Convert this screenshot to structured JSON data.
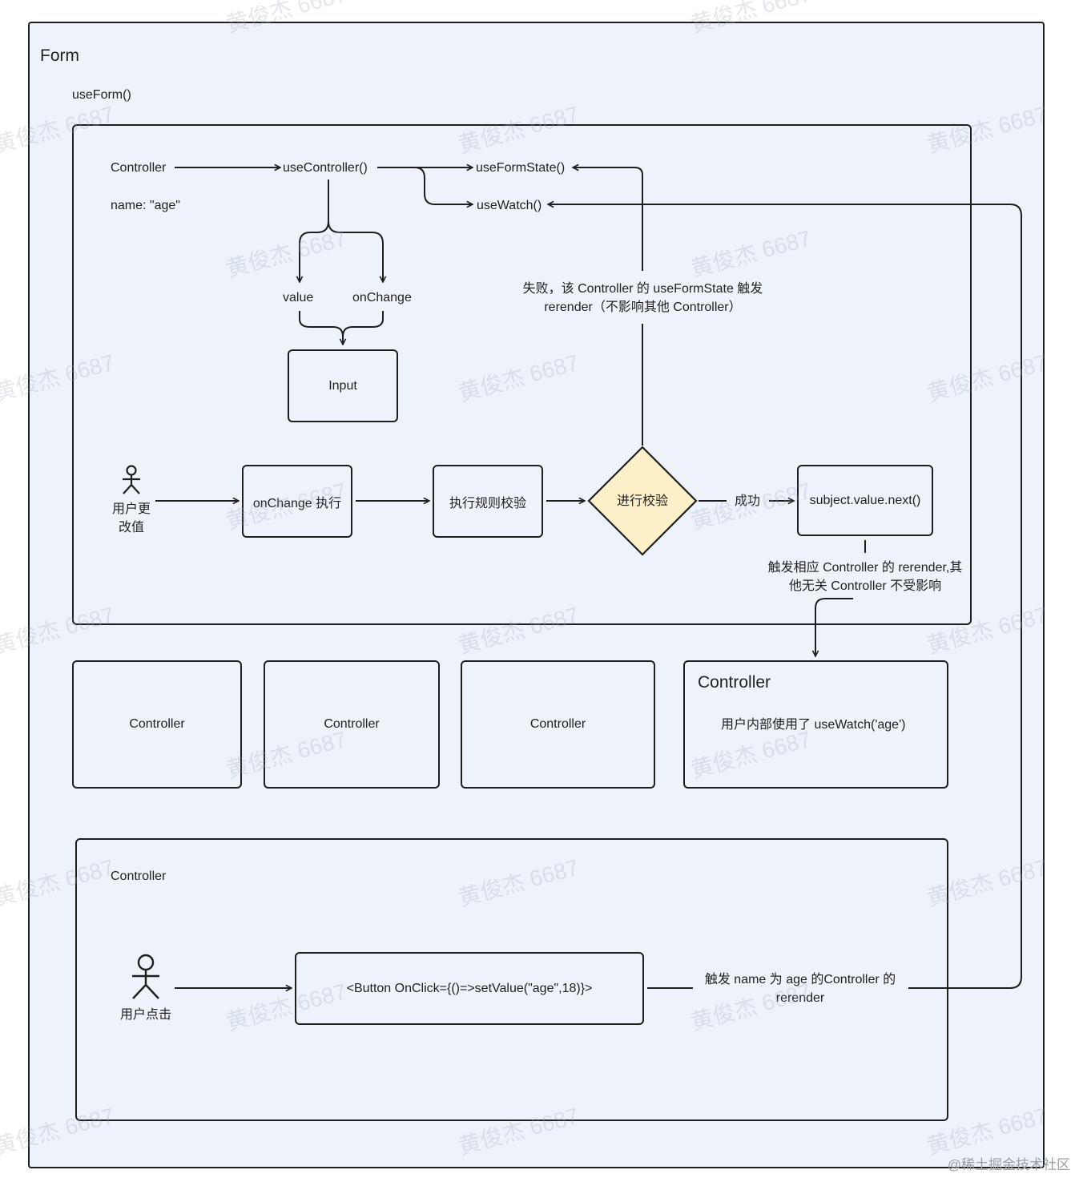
{
  "form": {
    "title": "Form",
    "hook": "useForm()"
  },
  "top": {
    "controller": "Controller",
    "name_prop": "name: \"age\"",
    "use_controller": "useController()",
    "use_form_state": "useFormState()",
    "use_watch": "useWatch()",
    "value": "value",
    "on_change": "onChange",
    "input": "Input",
    "fail_note": "失败，该 Controller 的 useFormState 触发 rerender（不影响其他 Controller）",
    "user_actor": "用户更改值",
    "on_change_exec": "onChange 执行",
    "run_rules": "执行规则校验",
    "validate": "进行校验",
    "success": "成功",
    "subject_next": "subject.value.next()",
    "trigger_note": "触发相应 Controller 的 rerender,其他无关 Controller 不受影响"
  },
  "controllers": [
    "Controller",
    "Controller",
    "Controller"
  ],
  "watch_controller": {
    "title": "Controller",
    "note": "用户内部使用了 useWatch('age')"
  },
  "bottom": {
    "title": "Controller",
    "user_actor": "用户点击",
    "button_code": "<Button OnClick={()=>setValue(\"age\",18)}>",
    "rerender_note": "触发 name 为 age 的Controller 的rerender"
  },
  "watermark": "黄俊杰 6687",
  "footer": "@稀土掘金技术社区",
  "colors": {
    "diamond_fill": "#fdf0c8",
    "panel_fill": "#eef3fb",
    "stroke": "#1e1e1e"
  }
}
